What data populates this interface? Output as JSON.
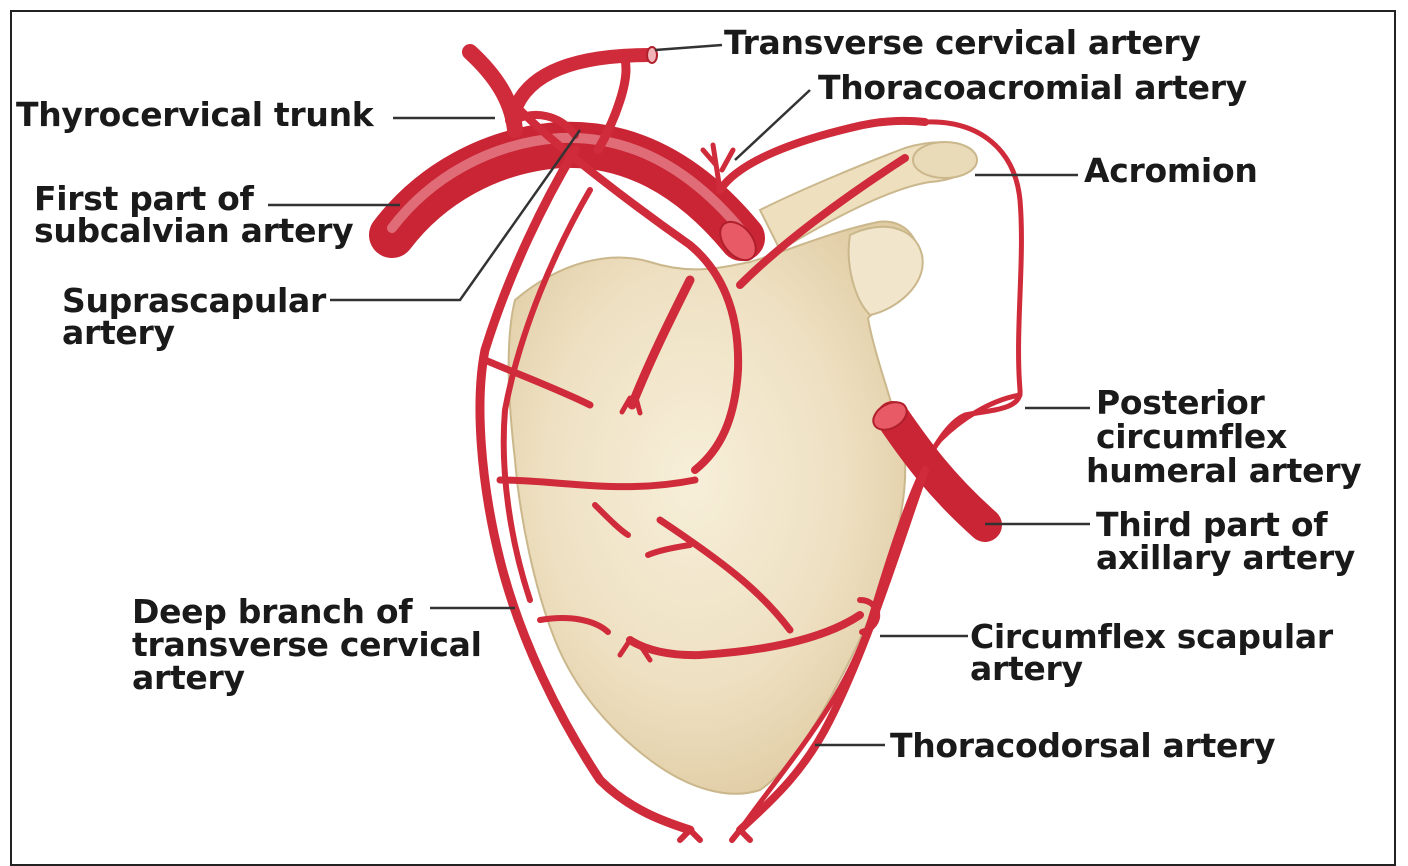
{
  "labels": {
    "transverse_cervical": "Transverse cervical artery",
    "thoracoacromial": "Thoracoacromial artery",
    "thyrocervical": "Thyrocervical trunk",
    "first_subclavian_1": "First part of",
    "first_subclavian_2": "subcalvian artery",
    "acromion": "Acromion",
    "suprascapular_1": "Suprascapular",
    "suprascapular_2": "artery",
    "posterior_circumflex_1": "Posterior",
    "posterior_circumflex_2": "circumflex",
    "posterior_circumflex_3": "humeral artery",
    "third_axillary_1": "Third part of",
    "third_axillary_2": "axillary artery",
    "deep_branch_1": "Deep branch of",
    "deep_branch_2": "transverse cervical",
    "deep_branch_3": "artery",
    "circumflex_scapular_1": "Circumflex scapular",
    "circumflex_scapular_2": "artery",
    "thoracodorsal": "Thoracodorsal artery"
  },
  "colors": {
    "artery": "#d8323f",
    "artery_highlight": "#f6b4b8",
    "bone": "#efe3c8",
    "bone_shade": "#e2cfa6",
    "leader": "#333333"
  }
}
